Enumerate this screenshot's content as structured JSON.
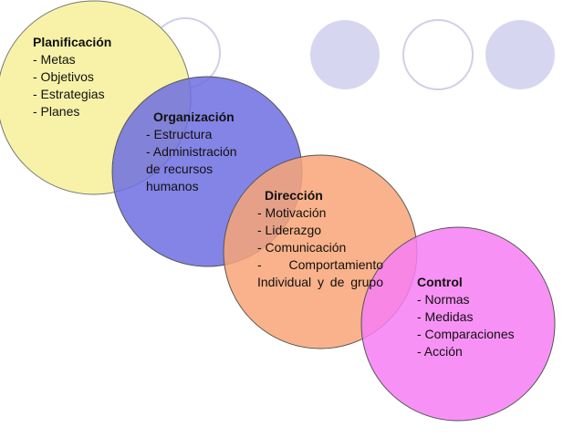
{
  "colors": {
    "planificacion": "#f7f2a8",
    "organizacion": "#6d6ee0",
    "direccion": "#f8a577",
    "control": "#f77ef3",
    "deco_fill": "#d6d6f0",
    "deco_stroke": "#cfcfe6"
  },
  "blocks": [
    {
      "id": "planificacion",
      "title": "Planificación",
      "items": [
        "- Metas",
        "- Objetivos",
        "- Estrategias",
        "- Planes"
      ]
    },
    {
      "id": "organizacion",
      "title": "Organización",
      "items": [
        "- Estructura",
        "- Administración",
        "de recursos",
        "humanos"
      ]
    },
    {
      "id": "direccion",
      "title": "Dirección",
      "items": [
        "- Motivación",
        "- Liderazgo",
        "- Comunicación",
        "- Comportamiento Individual y de grupo"
      ]
    },
    {
      "id": "control",
      "title": "Control",
      "items": [
        "- Normas",
        "- Medidas",
        "- Comparaciones",
        "- Acción"
      ]
    }
  ]
}
